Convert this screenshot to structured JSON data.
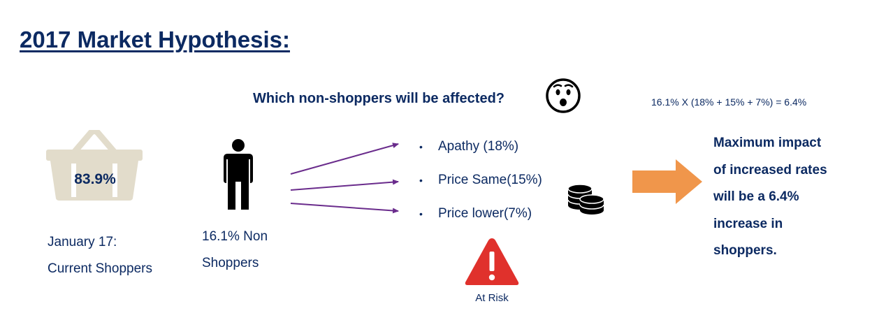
{
  "title": "2017 Market Hypothesis:",
  "question": "Which non-shoppers will be affected?",
  "formula": "16.1% X (18% + 15% + 7%) = 6.4%",
  "current_shoppers": {
    "percent": "83.9%",
    "line1": "January 17:",
    "line2": "Current Shoppers"
  },
  "non_shoppers": {
    "line1": "16.1% Non",
    "line2": "Shoppers"
  },
  "segments": [
    {
      "label": "Apathy (18%)"
    },
    {
      "label": "Price Same(15%)"
    },
    {
      "label": "Price lower(7%)"
    }
  ],
  "risk_label": "At Risk",
  "conclusion": {
    "line1": "Maximum impact",
    "line2": "of increased rates",
    "line3": "will be  a 6.4%",
    "line4": "increase in",
    "line5": "shoppers."
  },
  "colors": {
    "navy": "#0c2a62",
    "basket": "#e2dccb",
    "arrow_purple": "#6a2c8c",
    "orange": "#f0964b",
    "warning_red": "#e0312c"
  },
  "icons": {
    "basket": "shopping-basket-icon",
    "person": "person-icon",
    "face": "surprised-face-icon",
    "coins": "coins-icon",
    "warning": "warning-icon",
    "arrow": "right-arrow-icon"
  }
}
